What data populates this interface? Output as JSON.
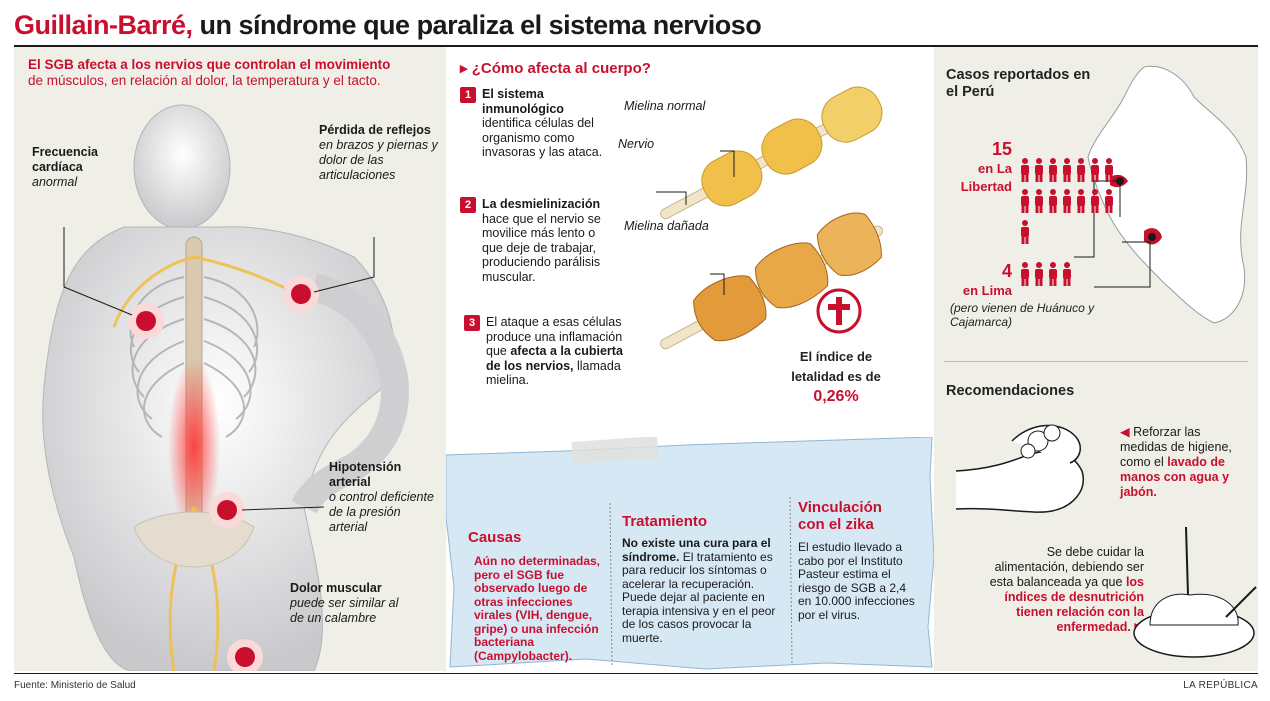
{
  "title": {
    "part1": "Guillain-Barré,",
    "part2": " un síndrome que paraliza el sistema nervioso"
  },
  "intro": {
    "line1": "El SGB afecta a los nervios que controlan el movimiento",
    "line2": "de músculos, en relación al dolor, la temperatura y el tacto."
  },
  "body_labels": {
    "cardiac": {
      "title": "Frecuencia cardíaca",
      "text": "anormal"
    },
    "reflexes": {
      "title": "Pérdida de reflejos",
      "text": "en brazos y piernas y dolor de las articulaciones"
    },
    "hypotension": {
      "title": "Hipotensión arterial",
      "text": "o control deficiente de la presión arterial"
    },
    "muscle": {
      "title": "Dolor muscular",
      "text": "puede ser similar al de un calambre"
    }
  },
  "how": {
    "title": "¿Cómo afecta al cuerpo?",
    "steps": [
      {
        "num": "1",
        "bold": "El sistema inmunológico",
        "text": " identifica células del organismo como invasoras y las ataca."
      },
      {
        "num": "2",
        "bold": "La desmielinización",
        "text": " hace que el nervio se movilice  más lento o que deje de trabajar, produciendo parálisis muscular."
      },
      {
        "num": "3",
        "pre": "El ataque a esas células produce una inflamación que ",
        "bold": "afecta a la cubierta de los nervios,",
        "text": " llamada mielina."
      }
    ],
    "nerve_labels": {
      "normal": "Mielina normal",
      "nerve": "Nervio",
      "damaged": "Mielina dañada"
    },
    "lethality": {
      "text": "El índice de letalidad es de ",
      "value": "0,26%"
    }
  },
  "paper": {
    "causes": {
      "title": "Causas",
      "text": "Aún no determinadas, pero el SGB fue observado luego de otras infecciones virales (VIH, dengue, gripe) o una infección bacteriana (Campylobacter)."
    },
    "treatment": {
      "title": "Tratamiento",
      "bold": "No existe una cura para el síndrome.",
      "text": " El tratamiento es para reducir los síntomas o acelerar la recuperación. Puede dejar al paciente en terapia intensiva y en el peor de los casos provocar la muerte."
    },
    "zika": {
      "title": "Vinculación con el zika",
      "text": "El estudio llevado a cabo por el Instituto Pasteur estima el riesgo de SGB a 2,4 en 10.000 infecciones por el virus."
    }
  },
  "cases": {
    "title": "Casos reportados en el Perú",
    "libertad": {
      "n": "15",
      "place": "en La Libertad",
      "count": 15
    },
    "lima": {
      "n": "4",
      "place": "en Lima",
      "count": 4,
      "note": "(pero vienen de Huánuco y Cajamarca)"
    }
  },
  "recommendations": {
    "title": "Recomendaciones",
    "hygiene": {
      "text": "Reforzar las medidas de higiene, como el ",
      "hl": "lavado de manos con agua y jabón."
    },
    "food": {
      "text": "Se debe cuidar la alimentación, debiendo ser esta balanceada ya que ",
      "hl": "los índices de desnutrición tienen relación con la enfermedad."
    }
  },
  "footer": {
    "source": "Fuente: Ministerio de Salud",
    "brand": "LA REPÚBLICA"
  },
  "colors": {
    "accent": "#c8102e",
    "panel": "#efeee7",
    "myelin": "#f0c04a"
  }
}
